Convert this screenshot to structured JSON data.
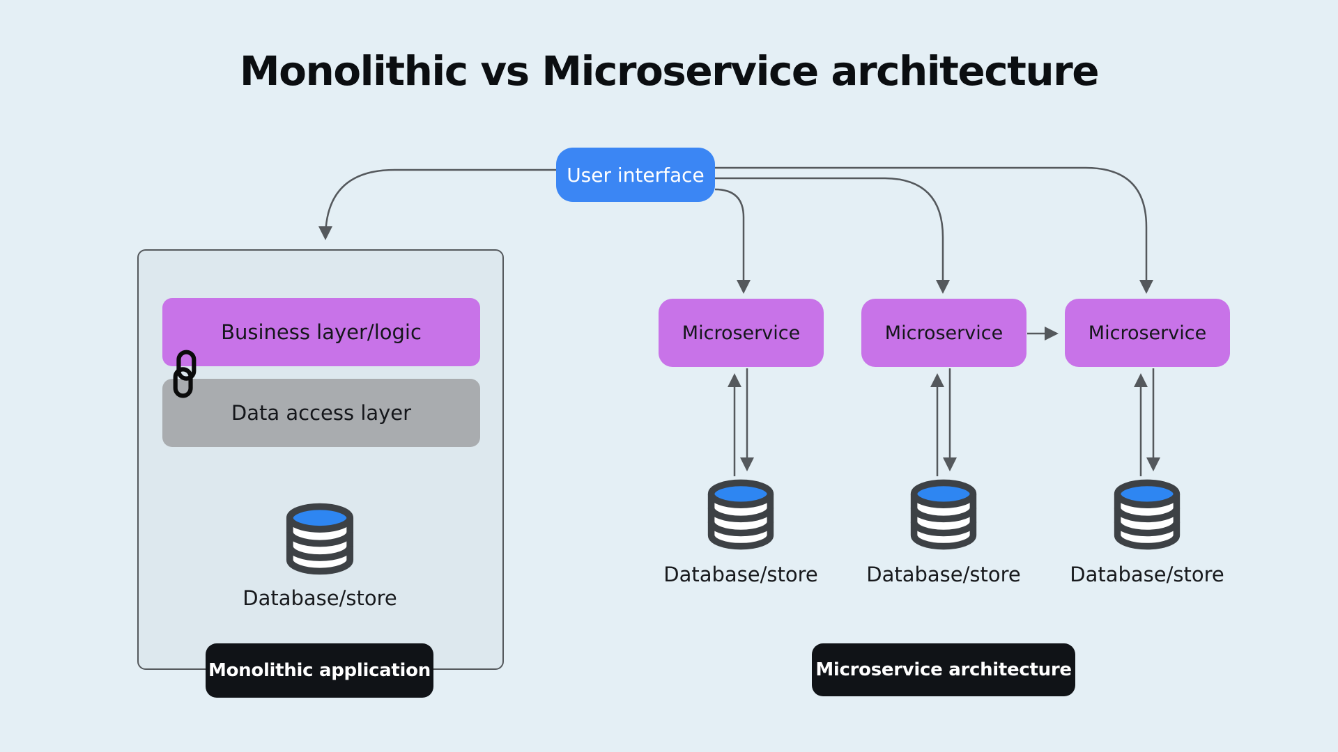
{
  "title": "Monolithic vs Microservice architecture",
  "colors": {
    "background": "#e4eff5",
    "panel_fill": "#dde8ee",
    "panel_border": "#54585c",
    "accent_blue": "#3b86f4",
    "node_purple": "#c873e8",
    "layer_gray": "#a9acaf",
    "caption_dark": "#101317",
    "line_gray": "#54585c",
    "db_stroke": "#3d4145",
    "db_top_blue": "#2e86f2",
    "text_dark": "#14161a",
    "text_light": "#ffffff"
  },
  "ui_node": {
    "label": "User interface"
  },
  "monolith": {
    "layers": [
      {
        "label": "Business layer/logic"
      },
      {
        "label": "Data access layer"
      }
    ],
    "link_icon": "chain-link-icon",
    "database": {
      "icon": "database-icon",
      "label": "Database/store"
    },
    "caption": "Monolithic application"
  },
  "microservices": {
    "nodes": [
      {
        "label": "Microservice",
        "database": {
          "icon": "database-icon",
          "label": "Database/store"
        }
      },
      {
        "label": "Microservice",
        "database": {
          "icon": "database-icon",
          "label": "Database/store"
        }
      },
      {
        "label": "Microservice",
        "database": {
          "icon": "database-icon",
          "label": "Database/store"
        }
      }
    ],
    "caption": "Microservice architecture"
  }
}
